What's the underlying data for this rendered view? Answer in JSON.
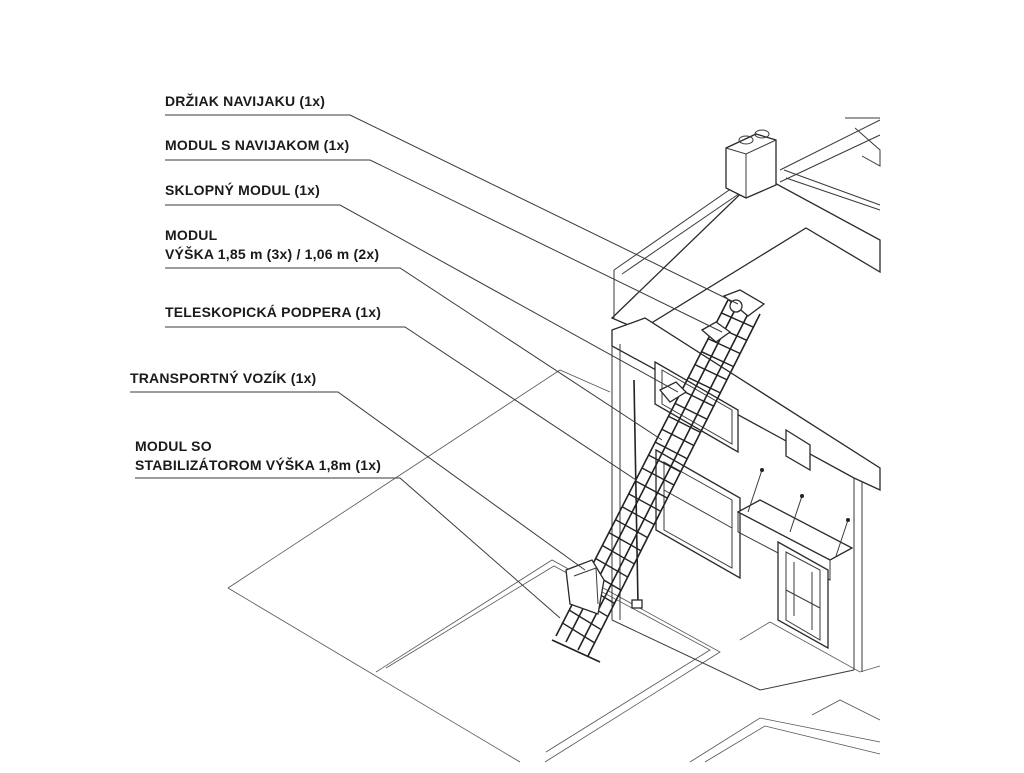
{
  "labels": {
    "drziak": "DRŽIAK NAVIJAKU (1x)",
    "modul_navijak": "MODUL S NAVIJAKOM (1x)",
    "sklopny": "SKLOPNÝ MODUL (1x)",
    "modul_l1": "MODUL",
    "modul_l2": "VÝŠKA 1,85 m (3x) / 1,06 m (2x)",
    "podpera": "TELESKOPICKÁ PODPERA (1x)",
    "vozik": "TRANSPORTNÝ VOZÍK (1x)",
    "stab_l1": "MODUL SO",
    "stab_l2": "STABILIZÁTOROM VÝŠKA 1,8m (1x)"
  }
}
